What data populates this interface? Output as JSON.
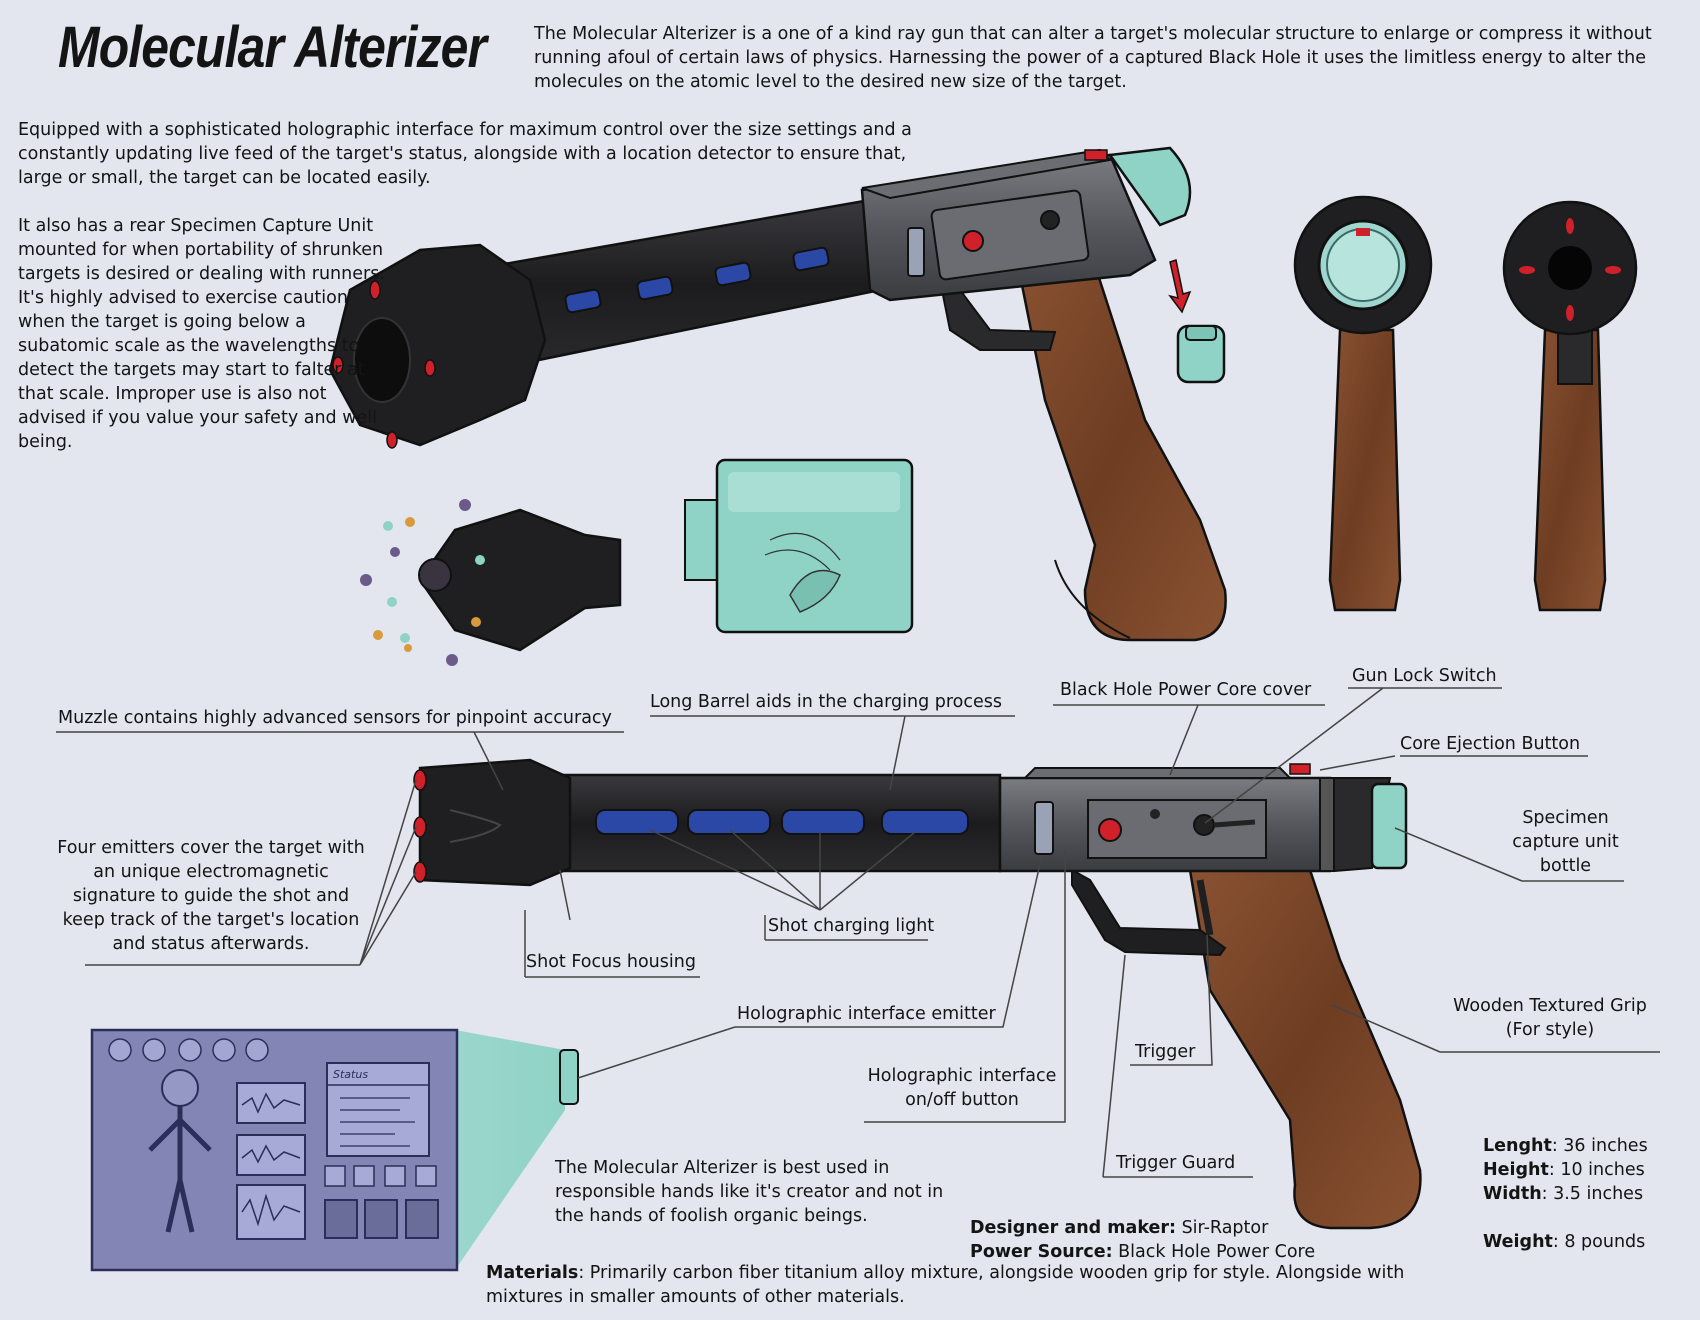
{
  "title": "Molecular Alterizer",
  "intro": "The Molecular Alterizer is a one of a kind ray gun that can alter a target's molecular structure to enlarge or compress it without running afoul of certain laws of physics. Harnessing the power of a captured Black Hole it uses the limitless energy to alter the molecules on the atomic level to the desired new size of the target.",
  "description_1": "Equipped with a sophisticated holographic interface for maximum control over the size settings and a constantly updating live feed of the target's status, alongside with a location detector to ensure that, large or small, the target can be located easily.",
  "description_2": "It also has a rear Specimen Capture Unit mounted for when portability of shrunken targets is desired or dealing with runners. It's highly advised to exercise caution when the target is going below a subatomic scale as the wavelengths to detect the targets may start to falter at that scale. Improper use is also not advised if you value your safety and well being.",
  "callouts": {
    "muzzle": "Muzzle contains highly advanced sensors for pinpoint accuracy",
    "barrel": "Long Barrel aids in the charging process",
    "core_cover": "Black Hole Power Core cover",
    "lock_switch": "Gun Lock Switch",
    "ejection": "Core Ejection Button",
    "bottle": "Specimen capture unit bottle",
    "emitters": "Four emitters cover the target with an unique electromagnetic signature to guide the shot and keep track of the target's location and status afterwards.",
    "focus": "Shot Focus housing",
    "charging": "Shot charging light",
    "holo_emitter": "Holographic interface emitter",
    "grip": "Wooden Textured Grip (For style)",
    "trigger": "Trigger",
    "holo_button": "Holographic interface on/off button",
    "trigger_guard": "Trigger Guard"
  },
  "closing": "The Molecular Alterizer is best used in responsible hands like it's creator and not in the hands of foolish organic beings.",
  "credits": {
    "designer_label": "Designer and maker:",
    "designer_value": "Sir-Raptor",
    "power_label": "Power Source:",
    "power_value": "Black Hole Power Core"
  },
  "materials": {
    "label": "Materials",
    "value": ": Primarily carbon fiber titanium alloy mixture, alongside wooden grip for style. Alongside with mixtures in smaller amounts of other materials."
  },
  "specs": [
    {
      "label": "Lenght",
      "value": ": 36 inches"
    },
    {
      "label": "Height",
      "value": ": 10 inches"
    },
    {
      "label": "Width",
      "value": ": 3.5 inches"
    },
    {
      "label": "Weight",
      "value": ": 8 pounds"
    }
  ],
  "status_label": "Status",
  "colors": {
    "background": "#e3e5ef",
    "gun_body": "#1e1e20",
    "gun_metal": "#5a5c62",
    "charge_light": "#2b48a6",
    "accent_red": "#d0202a",
    "bottle": "#8fd3c6",
    "wood": "#774327",
    "hologram_panel": "#8386b5"
  }
}
